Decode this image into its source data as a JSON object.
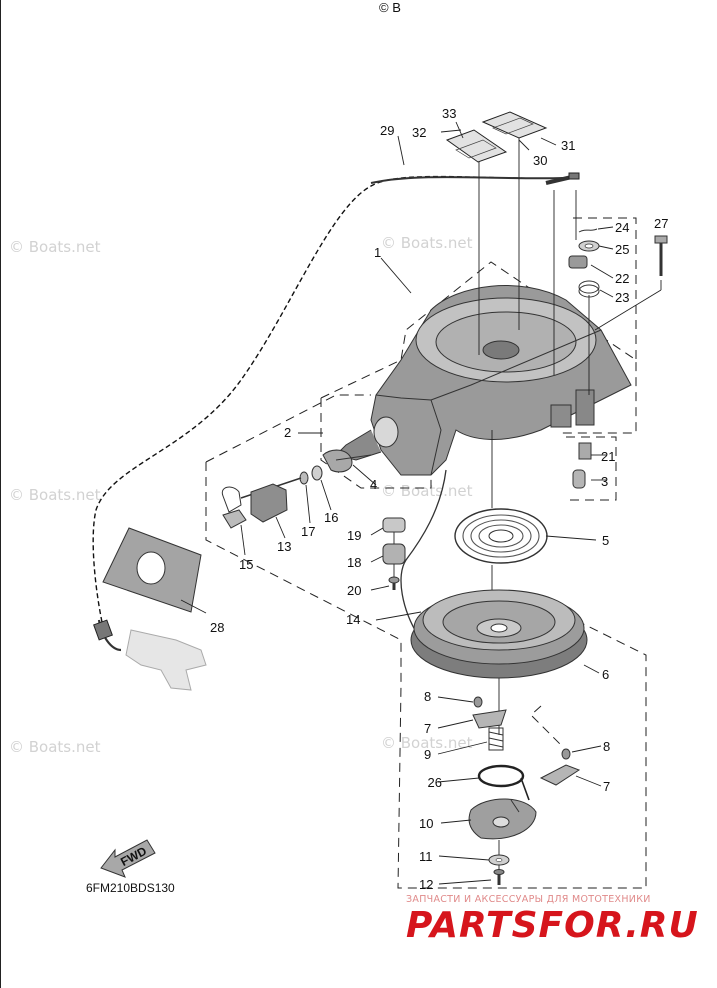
{
  "copyright_mark": "© B",
  "watermark_text": "© Boats.net",
  "diagram_code": "6FM210BDS130",
  "fwd_label": "FWD",
  "brand": {
    "caption": "ЗАПЧАСТИ И АКСЕССУАРЫ ДЛЯ МОТОТЕХНИКИ",
    "name": "PARTSFOR.RU",
    "color": "#d6151c"
  },
  "callouts": {
    "c1": "1",
    "c2": "2",
    "c3": "3",
    "c4": "4",
    "c5": "5",
    "c6": "6",
    "c7a": "7",
    "c7b": "7",
    "c8a": "8",
    "c8b": "8",
    "c9": "9",
    "c10": "10",
    "c11": "11",
    "c12": "12",
    "c13": "13",
    "c14": "14",
    "c15": "15",
    "c16": "16",
    "c17": "17",
    "c18": "18",
    "c19": "19",
    "c20": "20",
    "c21": "21",
    "c22": "22",
    "c23": "23",
    "c24": "24",
    "c25": "25",
    "c26": "26",
    "c27": "27",
    "c28": "28",
    "c29": "29",
    "c30": "30",
    "c31": "31",
    "c32": "32",
    "c33": "33"
  }
}
